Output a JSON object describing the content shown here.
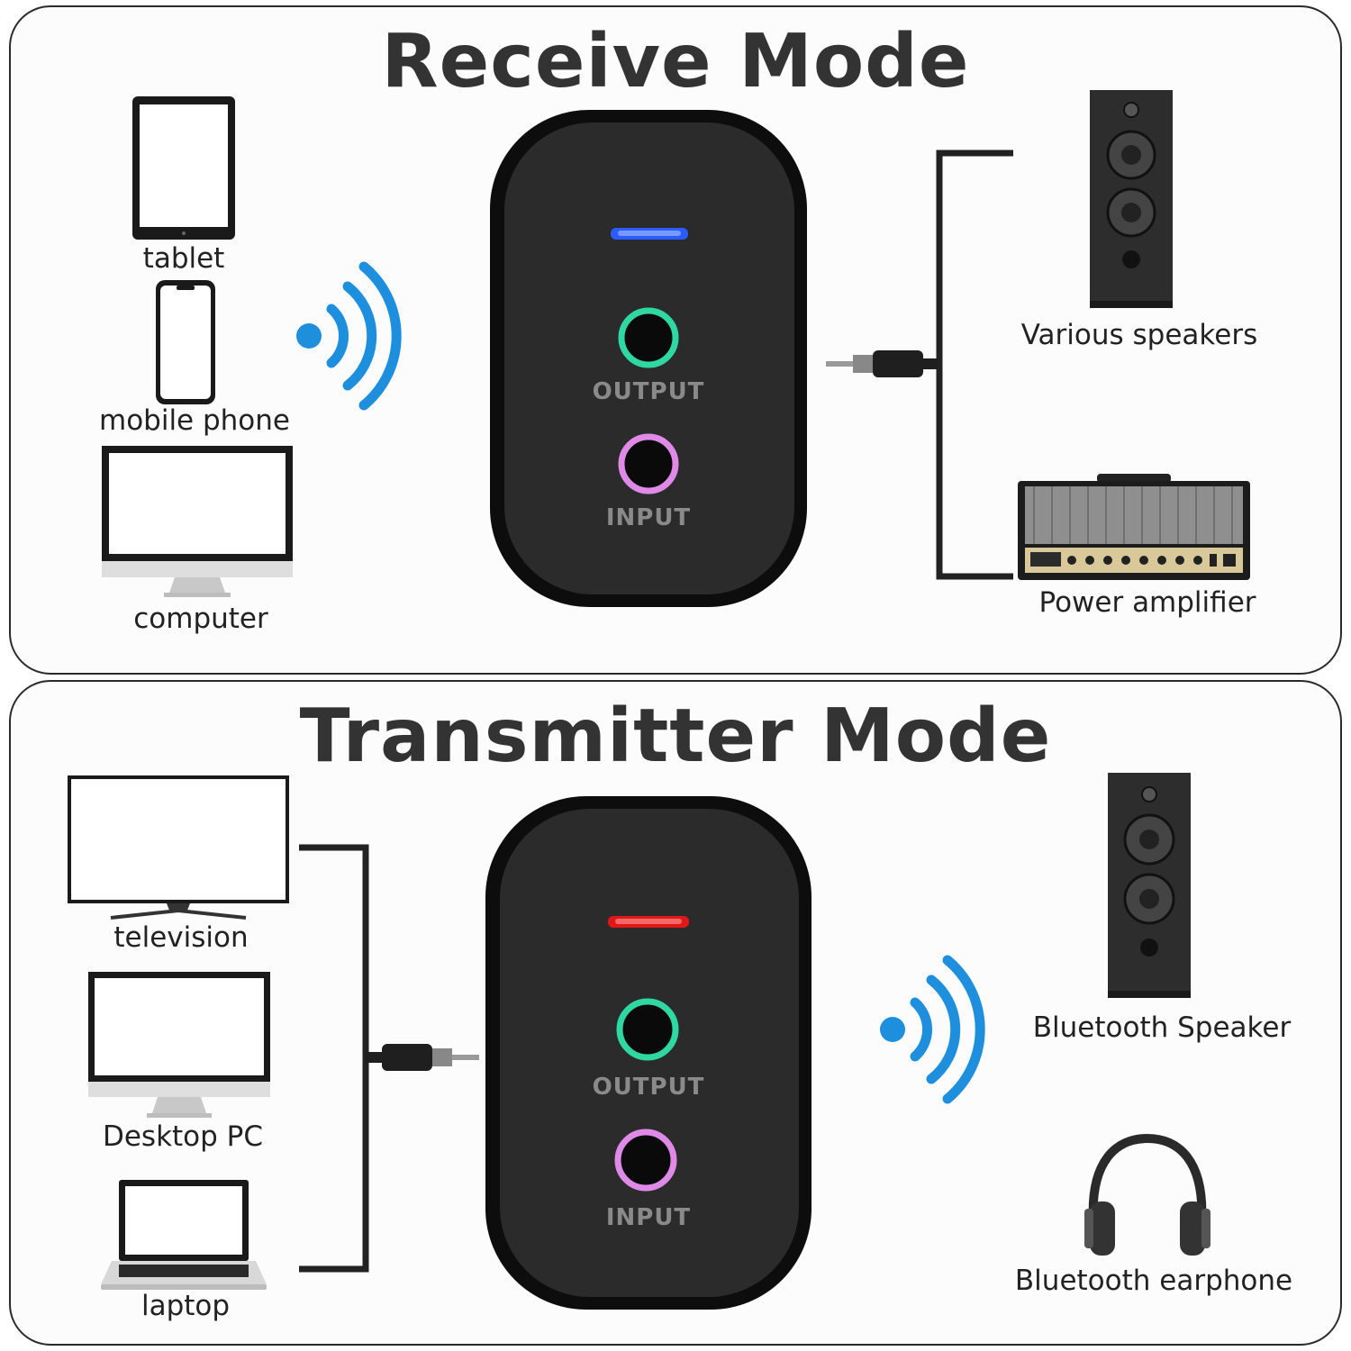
{
  "receive_mode": {
    "title": "Receive Mode",
    "sources": [
      {
        "label": "tablet",
        "icon": "tablet-icon"
      },
      {
        "label": "mobile phone",
        "icon": "mobile-phone-icon"
      },
      {
        "label": "computer",
        "icon": "computer-icon"
      }
    ],
    "device": {
      "led_color": "#2a5cff",
      "output_label": "OUTPUT",
      "input_label": "INPUT"
    },
    "outputs": [
      {
        "label": "Various speakers",
        "icon": "floor-speaker-icon"
      },
      {
        "label": "Power amplifier",
        "icon": "power-amplifier-icon"
      }
    ]
  },
  "transmitter_mode": {
    "title": "Transmitter Mode",
    "sources": [
      {
        "label": "television",
        "icon": "television-icon"
      },
      {
        "label": "Desktop PC",
        "icon": "desktop-pc-icon"
      },
      {
        "label": "laptop",
        "icon": "laptop-icon"
      }
    ],
    "device": {
      "led_color": "#e01818",
      "output_label": "OUTPUT",
      "input_label": "INPUT"
    },
    "outputs": [
      {
        "label": "Bluetooth Speaker",
        "icon": "floor-speaker-icon"
      },
      {
        "label": "Bluetooth earphone",
        "icon": "headphones-icon"
      }
    ]
  },
  "colors": {
    "wireless_signal": "#1e8fdc",
    "output_jack_ring": "#2fd8a0",
    "input_jack_ring": "#e08ae8",
    "device_body": "#2b2b2b"
  }
}
